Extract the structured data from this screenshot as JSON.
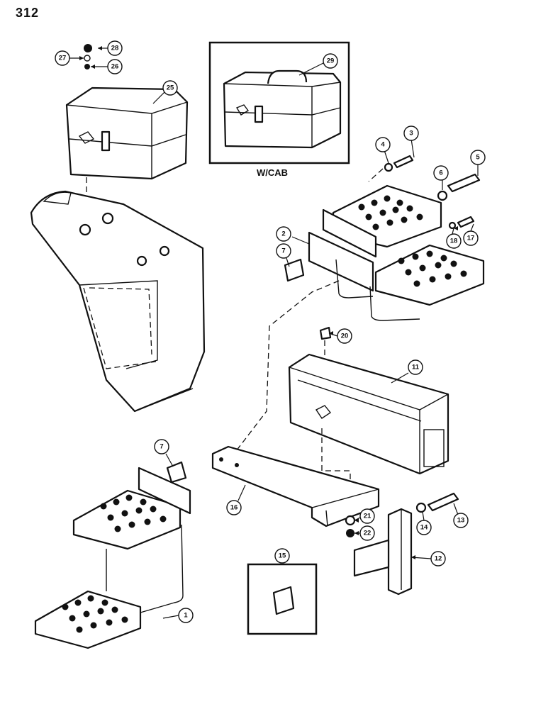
{
  "page": {
    "number": "312"
  },
  "inset": {
    "caption": "W/CAB"
  },
  "callouts": [
    {
      "id": "c1",
      "label": "1"
    },
    {
      "id": "c2",
      "label": "2"
    },
    {
      "id": "c3",
      "label": "3"
    },
    {
      "id": "c4",
      "label": "4"
    },
    {
      "id": "c5",
      "label": "5"
    },
    {
      "id": "c6",
      "label": "6"
    },
    {
      "id": "c7a",
      "label": "7"
    },
    {
      "id": "c7b",
      "label": "7"
    },
    {
      "id": "c11",
      "label": "11"
    },
    {
      "id": "c12",
      "label": "12"
    },
    {
      "id": "c13",
      "label": "13"
    },
    {
      "id": "c14",
      "label": "14"
    },
    {
      "id": "c15",
      "label": "15"
    },
    {
      "id": "c16",
      "label": "16"
    },
    {
      "id": "c17",
      "label": "17"
    },
    {
      "id": "c18",
      "label": "18"
    },
    {
      "id": "c20",
      "label": "20"
    },
    {
      "id": "c21",
      "label": "21"
    },
    {
      "id": "c22",
      "label": "22"
    },
    {
      "id": "c25",
      "label": "25"
    },
    {
      "id": "c26",
      "label": "26"
    },
    {
      "id": "c27",
      "label": "27"
    },
    {
      "id": "c28",
      "label": "28"
    },
    {
      "id": "c29",
      "label": "29"
    }
  ]
}
